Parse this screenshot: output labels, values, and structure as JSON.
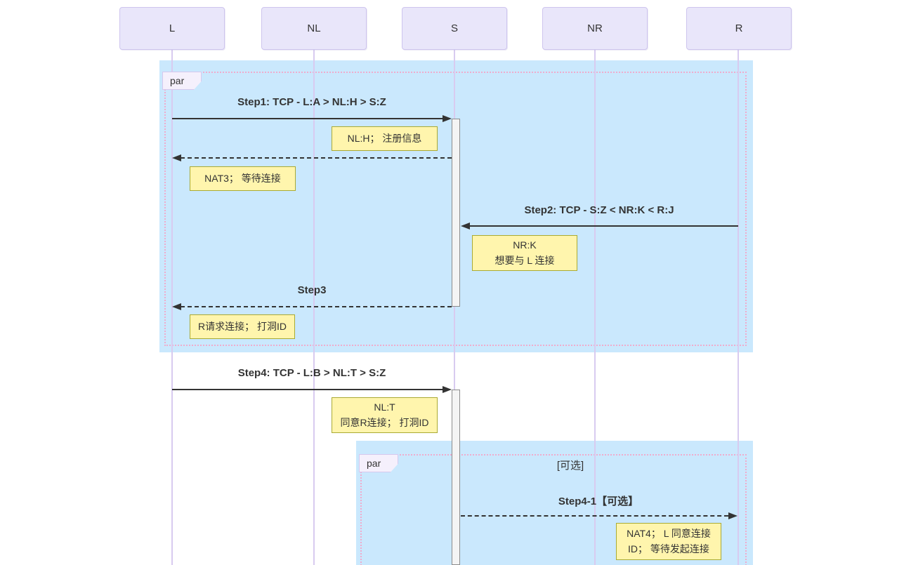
{
  "diagram": {
    "type": "sequence-diagram",
    "participants": [
      {
        "id": "L",
        "label": "L"
      },
      {
        "id": "NL",
        "label": "NL"
      },
      {
        "id": "S",
        "label": "S"
      },
      {
        "id": "NR",
        "label": "NR"
      },
      {
        "id": "R",
        "label": "R"
      }
    ],
    "par_blocks": [
      {
        "tag": "par",
        "label": ""
      },
      {
        "tag": "par",
        "label": "[可选]"
      }
    ],
    "messages": [
      {
        "text": "Step1: TCP - L:A > NL:H > S:Z",
        "from": "L",
        "to": "S",
        "line": "solid"
      },
      {
        "text": "",
        "from": "S",
        "to": "L",
        "line": "dashed"
      },
      {
        "text": "Step2: TCP - S:Z < NR:K < R:J",
        "from": "R",
        "to": "S",
        "line": "solid"
      },
      {
        "text": "Step3",
        "from": "S",
        "to": "L",
        "line": "dashed"
      },
      {
        "text": "Step4: TCP - L:B > NL:T > S:Z",
        "from": "L",
        "to": "S",
        "line": "solid"
      },
      {
        "text": "Step4-1【可选】",
        "from": "S",
        "to": "R",
        "line": "dashed"
      }
    ],
    "notes": [
      {
        "lines": [
          "NL:H； 注册信息",
          ""
        ]
      },
      {
        "lines": [
          "NAT3； 等待连接",
          ""
        ]
      },
      {
        "lines": [
          "NR:K",
          "想要与 L 连接"
        ]
      },
      {
        "lines": [
          "R请求连接； 打洞ID",
          ""
        ]
      },
      {
        "lines": [
          "NL:T",
          "同意R连接； 打洞ID"
        ]
      },
      {
        "lines": [
          "NAT4； L 同意连接",
          "ID； 等待发起连接"
        ]
      }
    ],
    "colors": {
      "participant_fill": "#e9e6fa",
      "participant_border": "#cec5ee",
      "lifeline": "#d8cbf0",
      "par_background": "#cae8fd",
      "par_border_dotted": "#efaccd",
      "label_tag_fill": "#f5f0fc",
      "label_tag_border": "#d5c8ee",
      "note_fill": "#fff5ad",
      "note_border": "#aaaa33",
      "message_color": "#333333",
      "activation_fill": "#f4f4f4",
      "activation_border": "#8c8c8c"
    }
  }
}
